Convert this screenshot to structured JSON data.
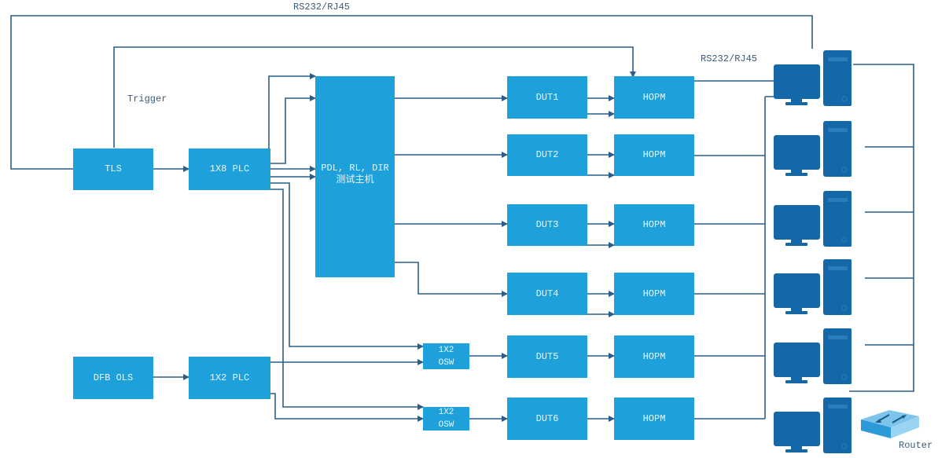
{
  "labels": {
    "rs232_top": "RS232/RJ45",
    "rs232_right": "RS232/RJ45",
    "trigger": "Trigger",
    "router": "Router"
  },
  "boxes": {
    "tls": "TLS",
    "plc_1x8": "1X8 PLC",
    "test_host": "PDL, RL, DIR\n测试主机",
    "dfb_ols": "DFB OLS",
    "plc_1x2": "1X2 PLC",
    "osw1": "1X2\nOSW",
    "osw2": "1X2\nOSW",
    "duts": [
      "DUT1",
      "DUT2",
      "DUT3",
      "DUT4",
      "DUT5",
      "DUT6"
    ],
    "hopms": [
      "HOPM",
      "HOPM",
      "HOPM",
      "HOPM",
      "HOPM",
      "HOPM"
    ]
  },
  "icons": {
    "computer": "desktop-computer-icon",
    "router": "router-icon"
  },
  "colors": {
    "box_fill": "#1ea1db",
    "box_text": "#eaf6fc",
    "line": "#2b5f8a",
    "pc_fill": "#1568a8",
    "router_top": "#7cc4ec",
    "router_side": "#2a9ad8"
  }
}
